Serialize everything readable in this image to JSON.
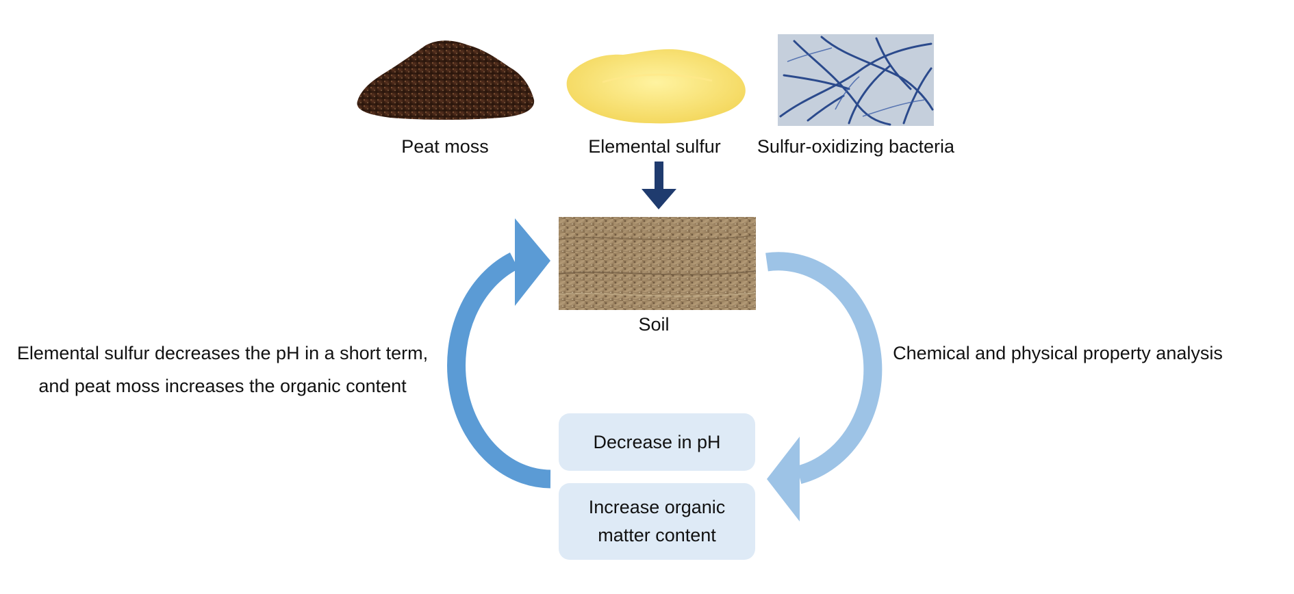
{
  "inputs": {
    "peat_moss": "Peat moss",
    "elemental_sulfur": "Elemental sulfur",
    "bacteria": "Sulfur-oxidizing bacteria"
  },
  "soil_label": "Soil",
  "left_note": {
    "line1": "Elemental sulfur decreases the pH in a short term,",
    "line2": "and peat moss increases the organic content"
  },
  "right_note": "Chemical and physical property analysis",
  "results": {
    "ph": "Decrease in pH",
    "organic_line1": "Increase organic",
    "organic_line2": "matter content"
  },
  "colors": {
    "down_arrow": "#1f3b6e",
    "left_arc": "#5b9bd5",
    "right_arc": "#9dc3e6",
    "result_box": "#deeaf6"
  }
}
